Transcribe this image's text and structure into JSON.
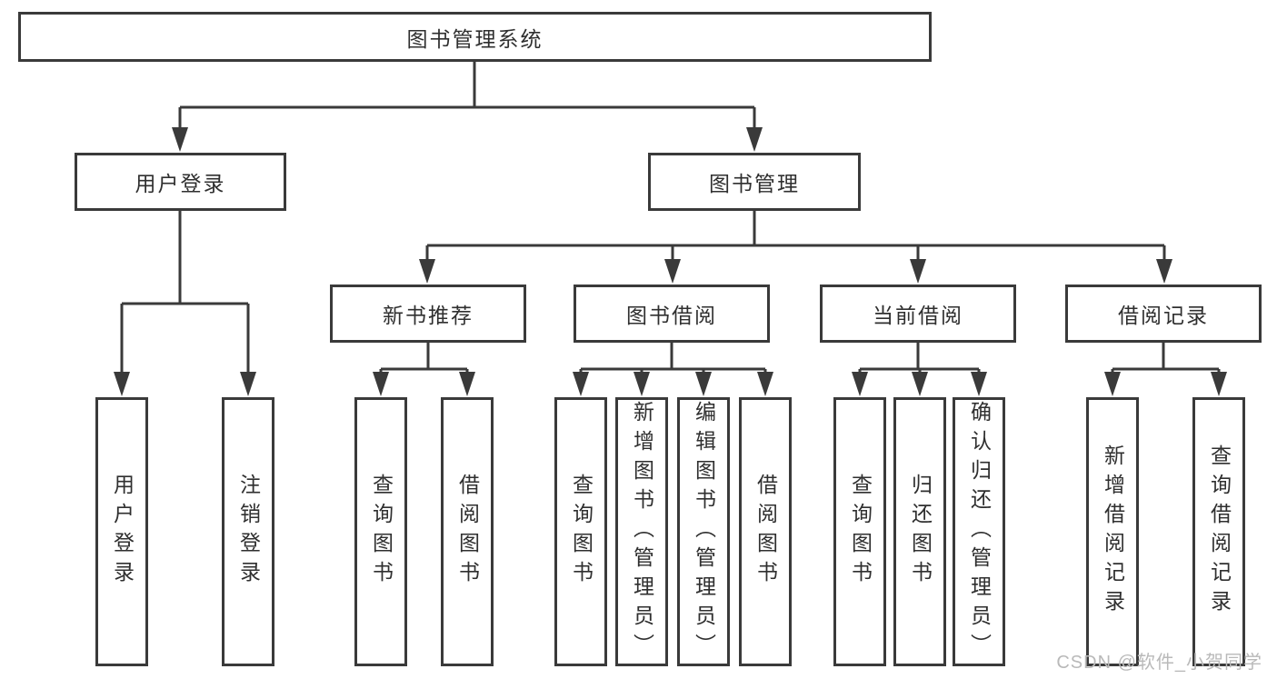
{
  "colors": {
    "line": "#3a3a3a",
    "text": "#2f2f2f",
    "box_background": "#ffffff",
    "watermark_text": "#b9b9b9"
  },
  "tree": {
    "root": "图书管理系统",
    "user_login": {
      "label": "用户登录",
      "children": [
        "用户登录",
        "注销登录"
      ]
    },
    "book_management": {
      "label": "图书管理",
      "sections": [
        {
          "label": "新书推荐",
          "children": [
            "查询图书",
            "借阅图书"
          ]
        },
        {
          "label": "图书借阅",
          "children": [
            "查询图书",
            "新增图书（管理员）",
            "编辑图书（管理员）",
            "借阅图书"
          ]
        },
        {
          "label": "当前借阅",
          "children": [
            "查询图书",
            "归还图书",
            "确认归还（管理员）"
          ]
        },
        {
          "label": "借阅记录",
          "children": [
            "新增借阅记录",
            "查询借阅记录"
          ]
        }
      ]
    }
  },
  "watermark": "CSDN @软件_小贺同学"
}
